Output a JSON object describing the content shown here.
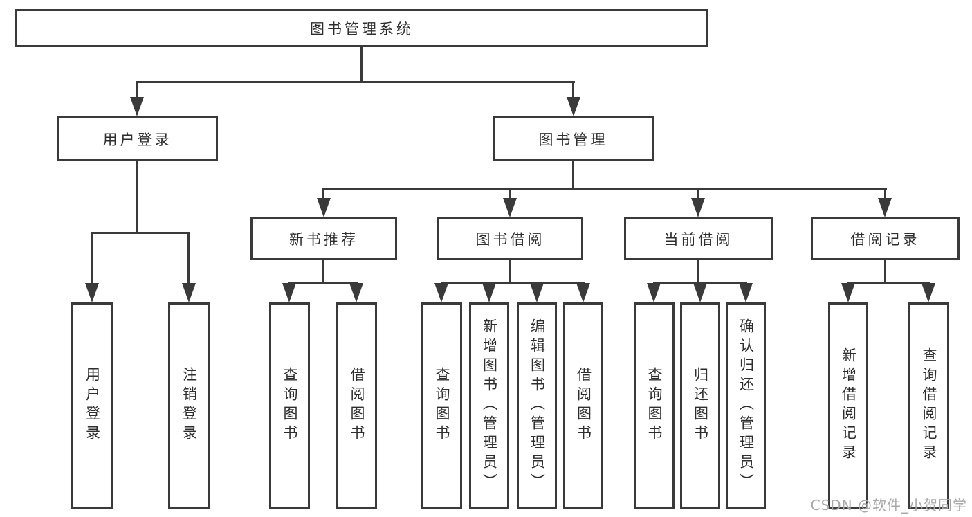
{
  "diagram": {
    "root": "图书管理系统",
    "level2": {
      "user_login": "用户登录",
      "book_management": "图书管理"
    },
    "level3": {
      "new_book_recommend": "新书推荐",
      "book_borrow": "图书借阅",
      "current_borrow": "当前借阅",
      "borrow_records": "借阅记录"
    },
    "leaves": {
      "user_login_group": [
        "用户登录",
        "注销登录"
      ],
      "new_book_group": [
        "查询图书",
        "借阅图书"
      ],
      "book_borrow_group": [
        "查询图书",
        "新增图书（管理员）",
        "编辑图书（管理员）",
        "借阅图书"
      ],
      "current_borrow_group": [
        "查询图书",
        "归还图书",
        "确认归还（管理员）"
      ],
      "borrow_record_group": [
        "新增借阅记录",
        "查询借阅记录"
      ]
    }
  },
  "watermark": "CSDN @软件_小贺同学",
  "colors": {
    "line": "#3a3a3a",
    "text": "#2e2e2e",
    "watermark": "#a8a8a8",
    "background": "#ffffff"
  }
}
